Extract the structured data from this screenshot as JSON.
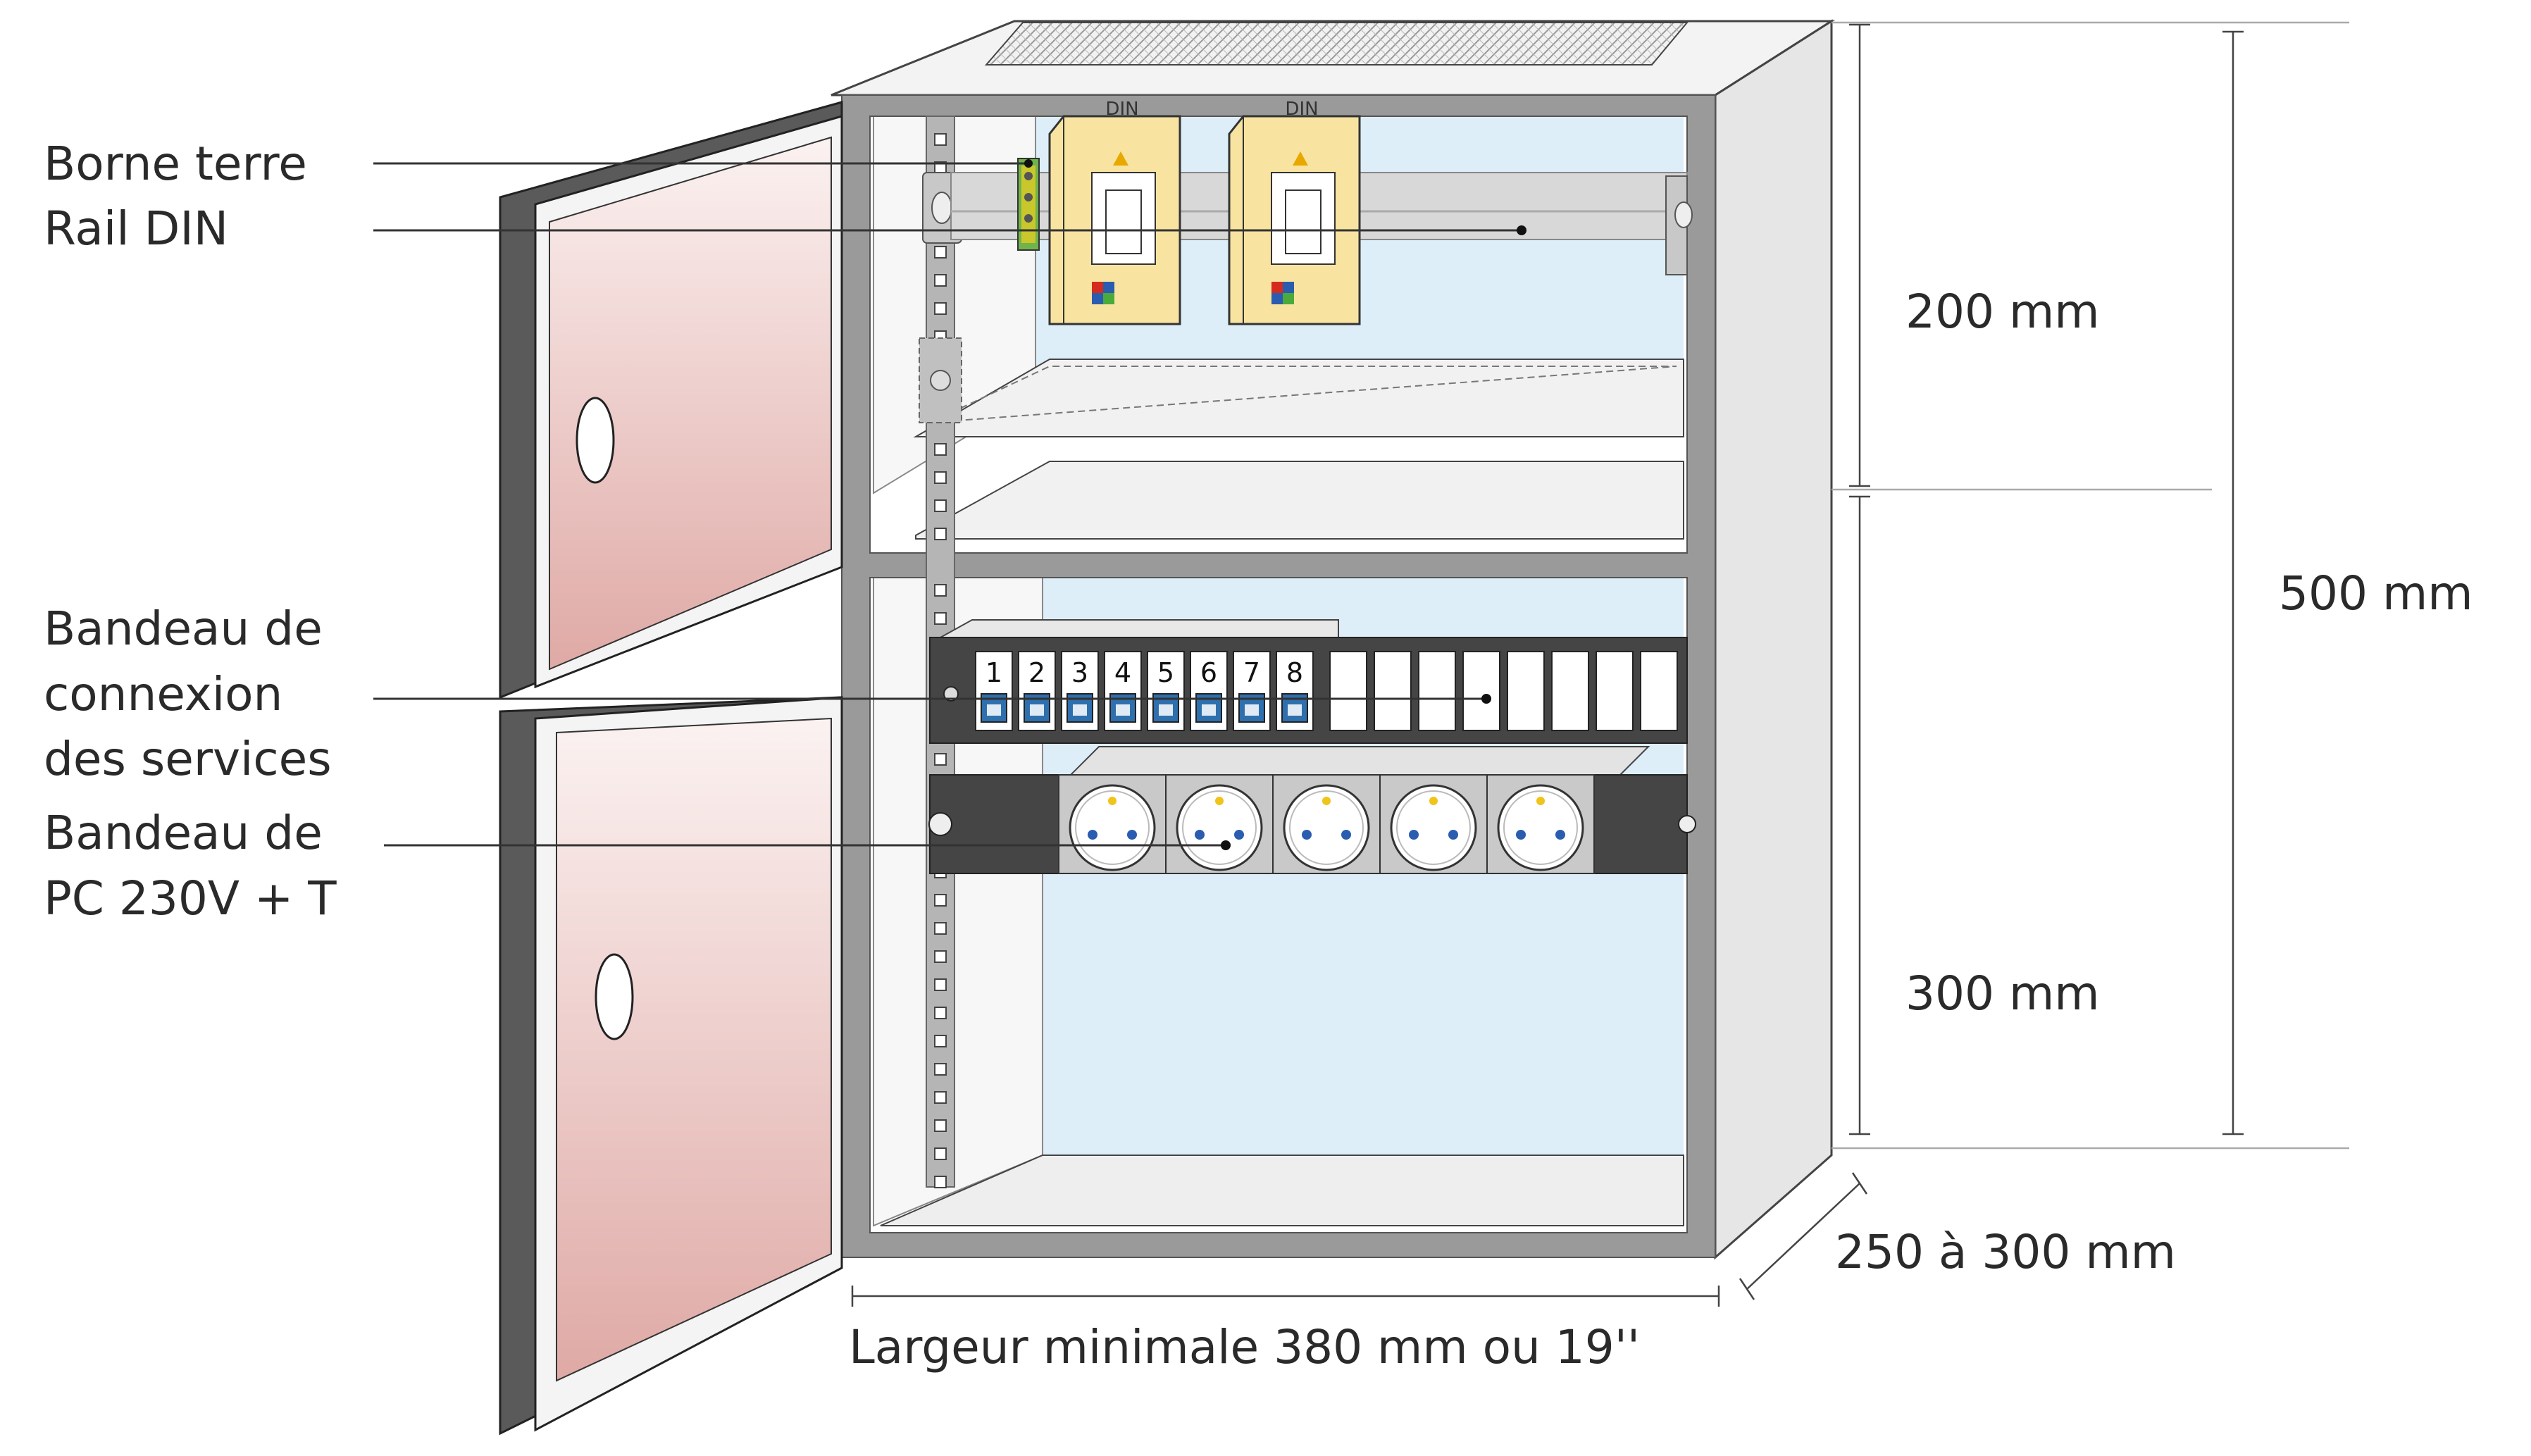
{
  "labels": {
    "borne_terre": "Borne terre",
    "rail_din": "Rail DIN",
    "bandeau_connexion": [
      "Bandeau de",
      "connexion",
      "des services"
    ],
    "bandeau_pc": [
      "Bandeau de",
      "PC 230V + T"
    ]
  },
  "dimensions": {
    "top_section": "200 mm",
    "bottom_section": "300 mm",
    "total_height": "500 mm",
    "depth": "250 à 300 mm",
    "width": "Largeur minimale 380 mm ou 19''"
  },
  "patch_panel": {
    "ports": [
      "1",
      "2",
      "3",
      "4",
      "5",
      "6",
      "7",
      "8"
    ]
  },
  "din_modules": [
    "DIN",
    "DIN"
  ],
  "colors": {
    "frame": "#9a9a9a",
    "door": "#e6b6b2",
    "interior": "#ddeef9",
    "module": "#f8e4a0",
    "panel": "#454545"
  }
}
